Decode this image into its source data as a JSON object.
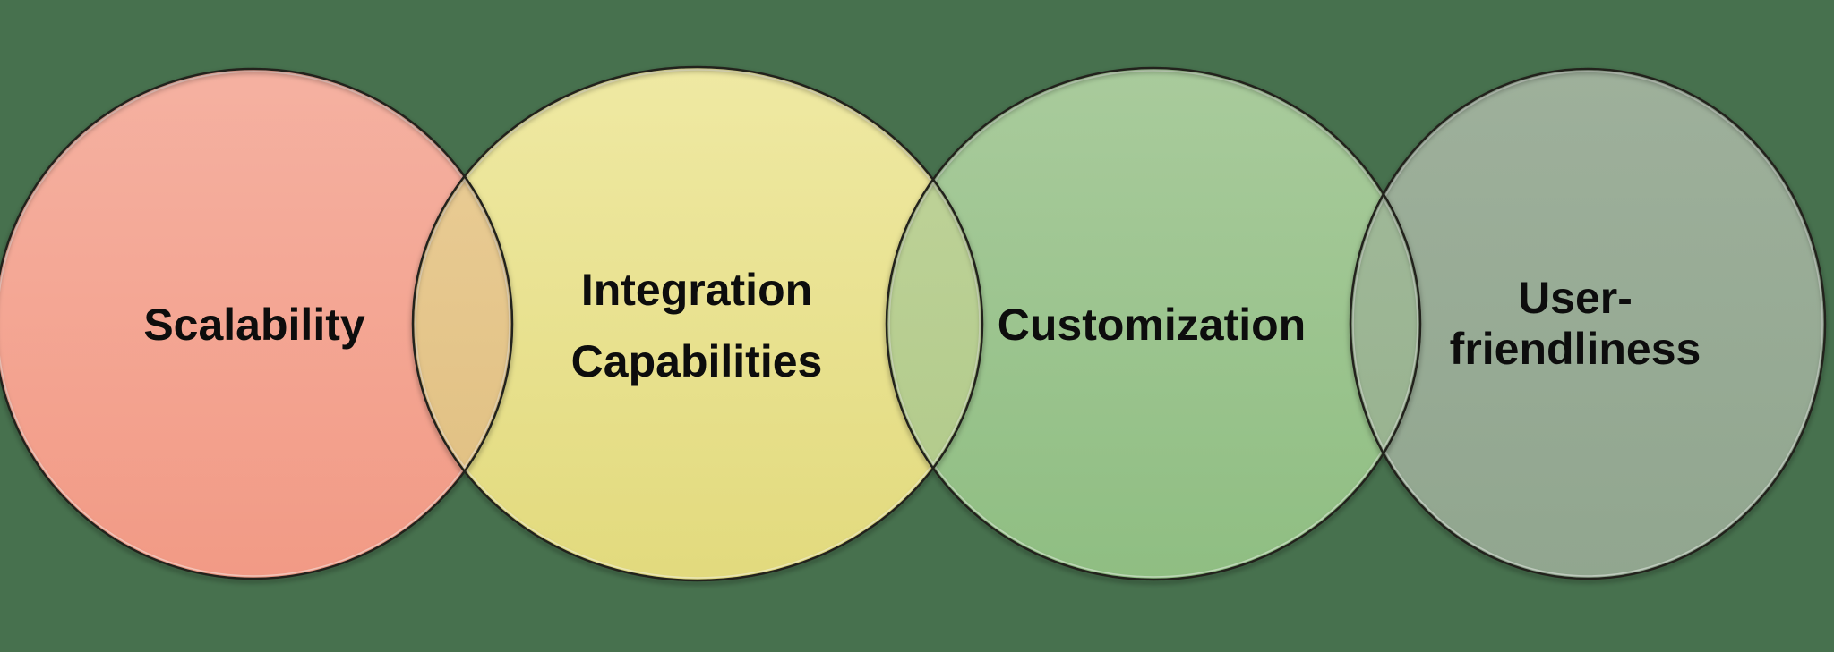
{
  "background_color": "#47714E",
  "text_color": "#0D0D0D",
  "diagram": {
    "type": "overlapping-circles-venn-chain",
    "outline_color": "#23231C",
    "circles": [
      {
        "id": "scalability",
        "label": "Scalability",
        "lines": [
          "Scalability"
        ],
        "fill_top": "#F5B1A1",
        "fill_bottom": "#F29A85"
      },
      {
        "id": "integration-capabilities",
        "label": "Integration Capabilities",
        "lines": [
          "Integration",
          "Capabilities"
        ],
        "fill_top": "#EFE9A3",
        "fill_bottom": "#E2DA7D"
      },
      {
        "id": "customization",
        "label": "Customization",
        "lines": [
          "Customization"
        ],
        "fill_top": "#A9CB9C",
        "fill_bottom": "#8FBE82"
      },
      {
        "id": "user-friendliness",
        "label": "User-friendliness",
        "lines": [
          "User-",
          "friendliness"
        ],
        "fill_top": "#9EB09B",
        "fill_bottom": "#91A68F"
      }
    ],
    "overlaps": [
      {
        "between": [
          "Scalability",
          "Integration Capabilities"
        ],
        "fill_top": "#EBCE98",
        "fill_bottom": "#DFBE7F"
      },
      {
        "between": [
          "Integration Capabilities",
          "Customization"
        ],
        "fill_top": "#C1D49B",
        "fill_bottom": "#AFC988"
      },
      {
        "between": [
          "Customization",
          "User-friendliness"
        ],
        "fill_top": "#A2BA9B",
        "fill_bottom": "#96B18D"
      }
    ]
  }
}
